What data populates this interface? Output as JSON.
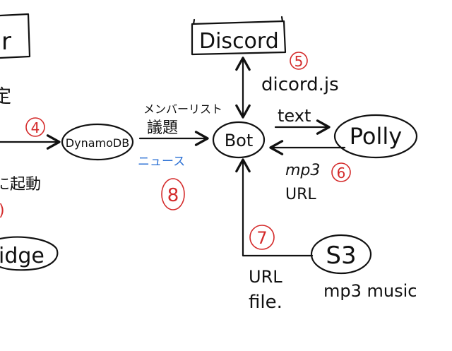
{
  "nodes": {
    "partial_top_left": "r",
    "discord": "Discord",
    "dynamodb": "DynamoDB",
    "bot": "Bot",
    "polly": "Polly",
    "s3": "S3",
    "partial_bridge": "idge"
  },
  "left_fragments": {
    "kanji_top": "定",
    "kanji_mid": "に起動"
  },
  "edge_labels": {
    "discordjs": "dicord.js",
    "member_list": "メンバーリスト",
    "topic": "議題",
    "news": "ニュース",
    "text": "text",
    "mp3": "mp3",
    "url_polly": "URL",
    "url_s3": "URL",
    "file": "file.",
    "mp3_music": "mp3 music"
  },
  "step_numbers": {
    "four": "4",
    "five": "5",
    "six": "6",
    "seven": "7",
    "eight": "8",
    "partial": ")"
  },
  "colors": {
    "ink": "#111111",
    "step_red": "#d42a2a",
    "news_blue": "#2a6fd4"
  }
}
